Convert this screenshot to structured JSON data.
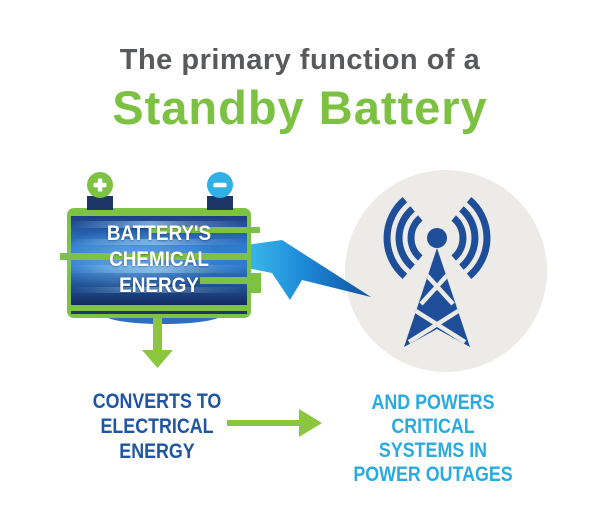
{
  "title": {
    "line1": "The primary function of a",
    "line2": "Standby Battery"
  },
  "battery": {
    "label_lines": [
      "BATTERY'S",
      "CHEMICAL",
      "ENERGY"
    ],
    "positive_symbol": "+",
    "negative_symbol": "−"
  },
  "flow": {
    "converts_lines": [
      "CONVERTS TO",
      "ELECTRICAL",
      "ENERGY"
    ],
    "powers_lines": [
      "AND POWERS",
      "CRITICAL SYSTEMS IN",
      "POWER OUTAGES"
    ]
  },
  "icons": {
    "positive_terminal": "plus-icon",
    "negative_terminal": "minus-icon",
    "energy_transfer": "lightning-bolt-icon",
    "destination": "radio-tower-icon",
    "signal": "signal-waves-icon",
    "flow_down": "arrow-down-icon",
    "flow_right": "arrow-right-icon"
  },
  "colors": {
    "title_gray": "#58595B",
    "title_green": "#7CC142",
    "arrow_green": "#8CC63F",
    "terminal_navy": "#1C3667",
    "battery_blue": "#2E7CD0",
    "minus_cyan": "#31B0E6",
    "converts_blue": "#1F55A4",
    "powers_cyan": "#29ABE2",
    "tower_blue": "#1F4E99",
    "circle_gray": "#ECEBE8"
  }
}
